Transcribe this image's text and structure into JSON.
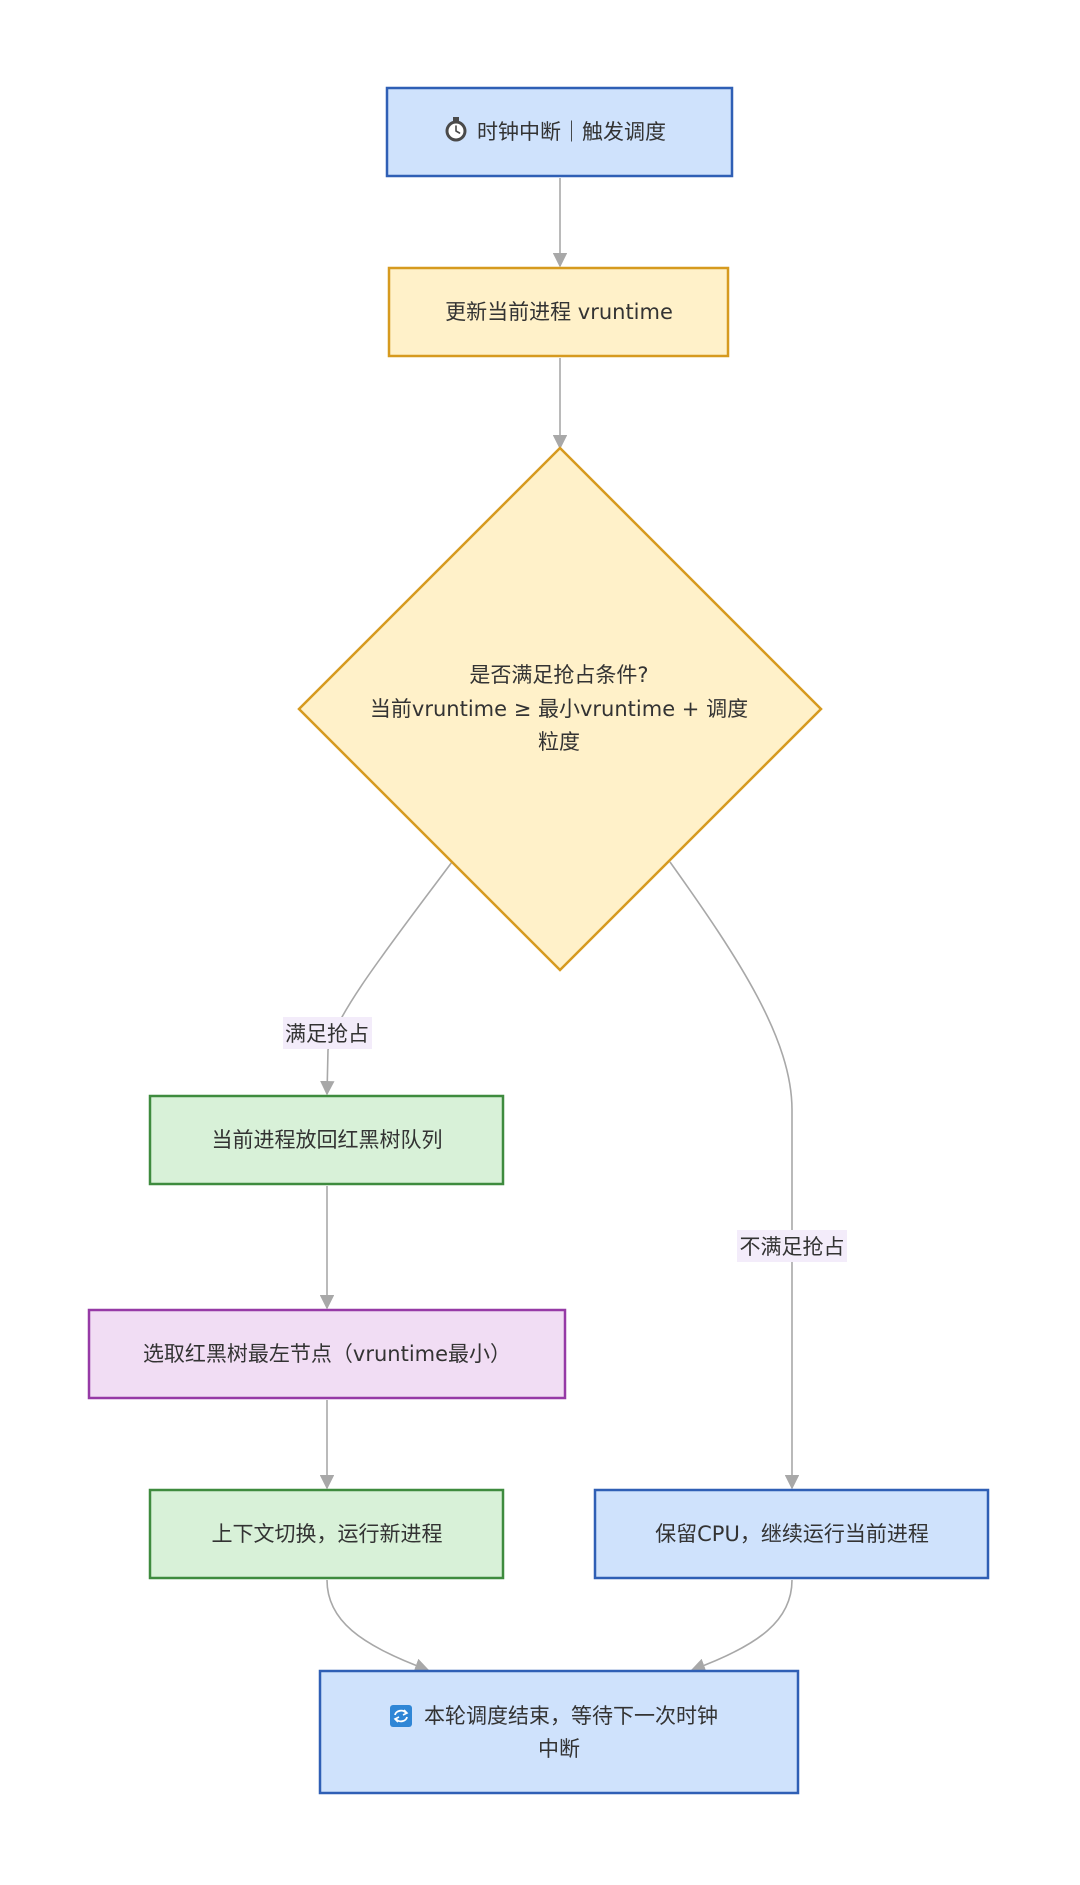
{
  "nodes": {
    "clock_interrupt": {
      "label": "时钟中断｜触发调度",
      "icon": "stopwatch-icon"
    },
    "update_vruntime": {
      "label": "更新当前进程 vruntime"
    },
    "preempt_decision": {
      "line1": "是否满足抢占条件?",
      "line2": "当前vruntime ≥ 最小vruntime + 调度",
      "line3": "粒度"
    },
    "put_back": {
      "label": "当前进程放回红黑树队列"
    },
    "pick_leftmost": {
      "label": "选取红黑树最左节点（vruntime最小）"
    },
    "context_switch": {
      "label": "上下文切换，运行新进程"
    },
    "keep_cpu": {
      "label": "保留CPU，继续运行当前进程"
    },
    "round_end": {
      "line1": "本轮调度结束，等待下一次时钟",
      "line2": "中断",
      "icon": "repeat-icon"
    }
  },
  "edges": {
    "yes_label": "满足抢占",
    "no_label": "不满足抢占"
  },
  "colors": {
    "blue_fill": "#cfe2fc",
    "blue_stroke": "#2f5fb5",
    "yellow_fill": "#fff1c9",
    "yellow_stroke": "#d69a1f",
    "green_fill": "#d8f1d8",
    "green_stroke": "#3e8b3e",
    "purple_fill": "#f1ddf4",
    "purple_stroke": "#963aa6",
    "edge_label_bg": "#f3ecfa",
    "edge": "#a8a8a8"
  }
}
